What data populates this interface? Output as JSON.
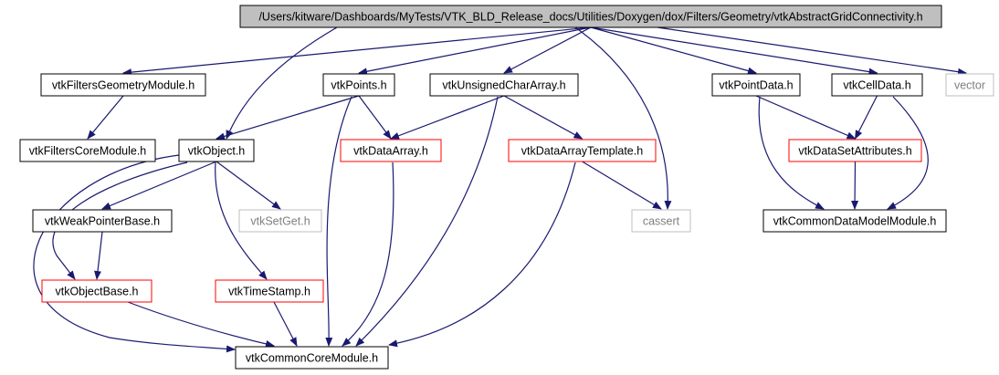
{
  "colors": {
    "edge": "#191970",
    "root_fill": "#bfbfbf",
    "node_border": "#000000",
    "missing_border": "#bfbfbf",
    "truncated_border": "#ff0000",
    "missing_text": "#7f7f7f"
  },
  "nodes": {
    "root": {
      "label": "/Users/kitware/Dashboards/MyTests/VTK_BLD_Release_docs/Utilities/Doxygen/dox/Filters/Geometry/vtkAbstractGridConnectivity.h",
      "kind": "root"
    },
    "filtersGeometryModule": {
      "label": "vtkFiltersGeometryModule.h",
      "kind": "normal"
    },
    "points": {
      "label": "vtkPoints.h",
      "kind": "normal"
    },
    "unsignedCharArray": {
      "label": "vtkUnsignedCharArray.h",
      "kind": "normal"
    },
    "pointData": {
      "label": "vtkPointData.h",
      "kind": "normal"
    },
    "cellData": {
      "label": "vtkCellData.h",
      "kind": "normal"
    },
    "vector": {
      "label": "vector",
      "kind": "missing"
    },
    "filtersCoreModule": {
      "label": "vtkFiltersCoreModule.h",
      "kind": "normal"
    },
    "object": {
      "label": "vtkObject.h",
      "kind": "normal"
    },
    "dataArray": {
      "label": "vtkDataArray.h",
      "kind": "truncated"
    },
    "dataArrayTemplate": {
      "label": "vtkDataArrayTemplate.h",
      "kind": "truncated"
    },
    "dataSetAttributes": {
      "label": "vtkDataSetAttributes.h",
      "kind": "truncated"
    },
    "weakPointerBase": {
      "label": "vtkWeakPointerBase.h",
      "kind": "normal"
    },
    "setGet": {
      "label": "vtkSetGet.h",
      "kind": "missing"
    },
    "cassert": {
      "label": "cassert",
      "kind": "missing"
    },
    "commonDataModelModule": {
      "label": "vtkCommonDataModelModule.h",
      "kind": "normal"
    },
    "objectBase": {
      "label": "vtkObjectBase.h",
      "kind": "truncated"
    },
    "timeStamp": {
      "label": "vtkTimeStamp.h",
      "kind": "truncated"
    },
    "commonCoreModule": {
      "label": "vtkCommonCoreModule.h",
      "kind": "normal"
    }
  },
  "edges": [
    [
      "root",
      "filtersGeometryModule"
    ],
    [
      "root",
      "points"
    ],
    [
      "root",
      "unsignedCharArray"
    ],
    [
      "root",
      "pointData"
    ],
    [
      "root",
      "cellData"
    ],
    [
      "root",
      "vector"
    ],
    [
      "root",
      "object"
    ],
    [
      "root",
      "cassert"
    ],
    [
      "filtersGeometryModule",
      "filtersCoreModule"
    ],
    [
      "points",
      "object"
    ],
    [
      "points",
      "dataArray"
    ],
    [
      "points",
      "commonCoreModule"
    ],
    [
      "unsignedCharArray",
      "dataArray"
    ],
    [
      "unsignedCharArray",
      "dataArrayTemplate"
    ],
    [
      "unsignedCharArray",
      "commonCoreModule"
    ],
    [
      "pointData",
      "dataSetAttributes"
    ],
    [
      "pointData",
      "commonDataModelModule"
    ],
    [
      "cellData",
      "dataSetAttributes"
    ],
    [
      "cellData",
      "commonDataModelModule"
    ],
    [
      "object",
      "weakPointerBase"
    ],
    [
      "object",
      "setGet"
    ],
    [
      "object",
      "timeStamp"
    ],
    [
      "object",
      "objectBase"
    ],
    [
      "object",
      "commonCoreModule"
    ],
    [
      "dataArray",
      "commonCoreModule"
    ],
    [
      "dataArrayTemplate",
      "cassert"
    ],
    [
      "dataArrayTemplate",
      "commonCoreModule"
    ],
    [
      "dataSetAttributes",
      "commonDataModelModule"
    ],
    [
      "weakPointerBase",
      "objectBase"
    ],
    [
      "objectBase",
      "commonCoreModule"
    ],
    [
      "timeStamp",
      "commonCoreModule"
    ]
  ]
}
